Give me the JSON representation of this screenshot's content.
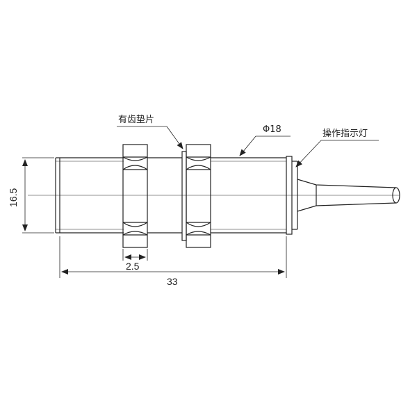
{
  "labels": {
    "toothed_washer": "有齿垫片",
    "diameter": "Φ18",
    "indicator_light": "操作指示灯"
  },
  "dimensions": {
    "height": "16.5",
    "washer_gap": "2.5",
    "total_length": "33"
  },
  "colors": {
    "line": "#222222",
    "background": "#ffffff"
  }
}
